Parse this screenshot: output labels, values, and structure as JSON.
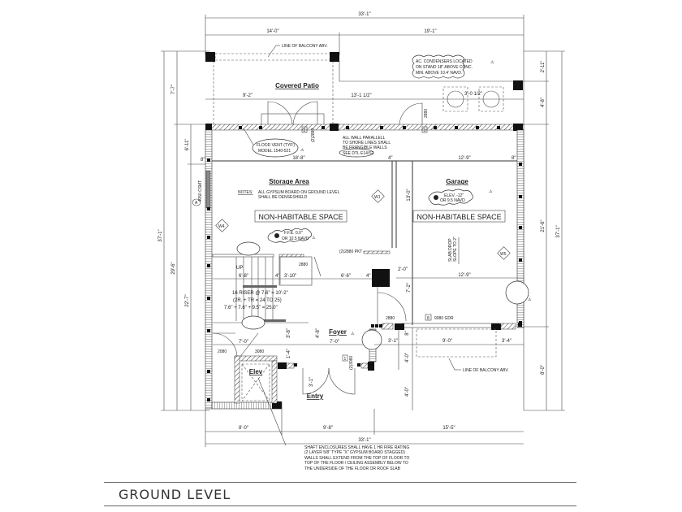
{
  "drawing": {
    "title": "GROUND LEVEL",
    "dimensions": {
      "top_overall": "33'-1\"",
      "top_left": "14'-0\"",
      "top_right": "19'-1\"",
      "bottom_overall": "33'-1\"",
      "bottom_left": "8'-0\"",
      "bottom_mid": "9'-8\"",
      "bottom_right": "15'-5\"",
      "left_overall": "37'-1\"",
      "left_upper": "7'-7\"",
      "left_mid": "29'-6\"",
      "left_inner_upper": "6'-11\"",
      "left_inner_lower": "22'-7\"",
      "right_top": "2'-11\"",
      "right_upper": "4'-8\"",
      "right_mid": "21'-6\"",
      "right_lower": "8'-0\"",
      "right_overall": "37'-1\"",
      "patio_left": "9'-2\"",
      "patio_right": "13'-1 1/2\"",
      "ac_spacing": "3'-0 1/2\"",
      "storage_width": "18'-8\"",
      "storage_wall": "4\"",
      "garage_width_top": "12'-9\"",
      "garage_width_bottom": "12'-9\"",
      "garage_depth": "13'-0\"",
      "garage_offset": "8\"",
      "stair_6_8": "6'-8\"",
      "stair_4": "4\"",
      "stair_3_10": "3'-10\"",
      "hall_6_6": "6'-6\"",
      "hall_4": "4\"",
      "hall_2_0": "2'-0\"",
      "hall_7_2": "7'-2\"",
      "foyer_left": "7'-0\"",
      "foyer_right": "7'-0\"",
      "foyer_depth": "4'-8\"",
      "elev_gap_a": "3'-8\"",
      "elev_gap_b": "1'-4\"",
      "entry_door": "3'-1\"",
      "garage_door_w": "9'-0\"",
      "garage_door_r": "3'-4\"",
      "garage_door_l": "8\"",
      "front_4_0a": "4'-0\"",
      "front_4_0b": "4'-0\"",
      "left_window_offset": "8\""
    },
    "rooms": {
      "patio": "Covered Patio",
      "storage": "Storage Area",
      "garage": "Garage",
      "foyer": "Foyer",
      "elev": "Elev",
      "entry": "Entry"
    },
    "labels": {
      "non_habitable_1": "NON-HABITABLE SPACE",
      "non_habitable_2": "NON-HABITABLE SPACE",
      "balcony_top": "LINE OF BALCONY ABV.",
      "balcony_bottom": "LINE OF BALCONY ABV.",
      "notes_head": "NOTES:",
      "notes_line1": "ALL GYPSUM BOARD ON GROUND LEVEL",
      "notes_line2": "SHALL BE DENSESHIELD",
      "ffe_line1": "F.F.E. 0.0\"",
      "ffe_line2": "OR 10.5 NAVD",
      "elev_line1": "ELEV. -12\"",
      "elev_line2": "OR 9.5 NAVD",
      "ac_line1": "AC. CONDENSERS LOCATED",
      "ac_line2": "ON STAND 18\" ABOVE CONC.",
      "ac_line3": "MIN. ABOVE 10.4' NAVD.",
      "flood_line1": "FLOOD VENT (TYP.)",
      "flood_line2": "MODEL 1540-521",
      "frangible_line1": "ALL WALL PARALLELL",
      "frangible_line2": "TO SHORE LINES SHALL",
      "frangible_line3": "BE FRANGIBLE WALLS",
      "frangible_line4": "SEE DTL E14/S2",
      "slab_line1": "SLAB DROP",
      "slab_line2": "SLOPE TO 2\"",
      "window": "4050 CSMT",
      "window_tag": "A",
      "pkt_door": "(2)2880 PKT",
      "door_2880a": "2880",
      "door_2880b": "2880",
      "door_2880c": "2880",
      "door_2080": "2080",
      "door_3080": "3080",
      "door_2_3080": "(2)3080",
      "door_2_2880": "(2)2880",
      "garage_door": "9080 GDR",
      "tag_2": "2",
      "tag_3": "3",
      "tag_1": "1",
      "tag_8": "8",
      "stair_up": "UP",
      "stair_line1": "16 RISER @ 7.6\" = 10'-2\"",
      "stair_line2": "(2R. + TR = 24 TO 25)",
      "stair_line3": "7.6\" + 7.6\" + 9.5\" = 25.0\"",
      "wall_w1": "W1",
      "wall_w4": "W4",
      "wall_w5": "W5",
      "shaft_line1": "SHAFT ENCLOSURES SHALL HAVE 1 HR FIRE RATING",
      "shaft_line2": "(2 LAYER 5/8\" TYPE \"X\" GYPSUM BOARD STAGGED)",
      "shaft_line3": "WALLS SHALL EXTEND FROM THE TOP OF FLOOR TO",
      "shaft_line4": "TOP OF THE FLOOR / CEILING ASSEMBLY BELOW TO",
      "shaft_line5": "THE UNDERSIDE OF THE FLOOR OR ROOF SLAB"
    }
  }
}
